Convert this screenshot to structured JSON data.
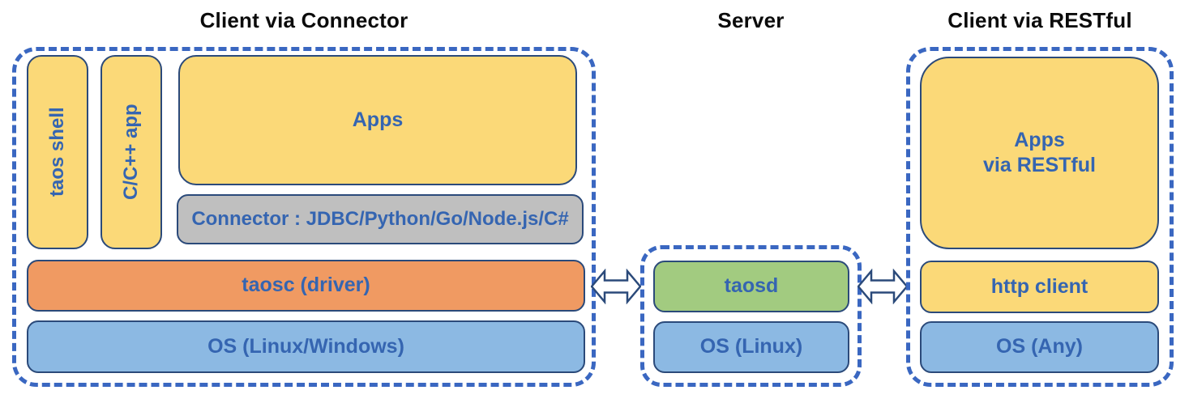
{
  "diagram": {
    "titles": {
      "client_connector": "Client via Connector",
      "server": "Server",
      "client_restful": "Client via RESTful"
    },
    "client_connector": {
      "taos_shell": "taos shell",
      "cpp_app": "C/C++ app",
      "apps": "Apps",
      "connector": "Connector : JDBC/Python/Go/Node.js/C#",
      "taosc": "taosc (driver)",
      "os": "OS (Linux/Windows)"
    },
    "server": {
      "taosd": "taosd",
      "os": "OS (Linux)"
    },
    "client_restful": {
      "apps_line1": "Apps",
      "apps_line2": "via RESTful",
      "http_client": "http client",
      "os": "OS (Any)"
    },
    "icons": {
      "left_link": "double-arrow-icon",
      "right_link": "double-arrow-icon"
    },
    "colors": {
      "box_yellow": "#fbd978",
      "box_gray": "#bfbfbf",
      "box_orange": "#f09a62",
      "box_blue": "#8cb9e3",
      "box_green": "#a2cb80",
      "label_blue": "#3565b1",
      "box_border_navy": "#2b4a7a",
      "dashed_border_blue": "#3a67c1",
      "title_black": "#0b0b0b"
    }
  }
}
